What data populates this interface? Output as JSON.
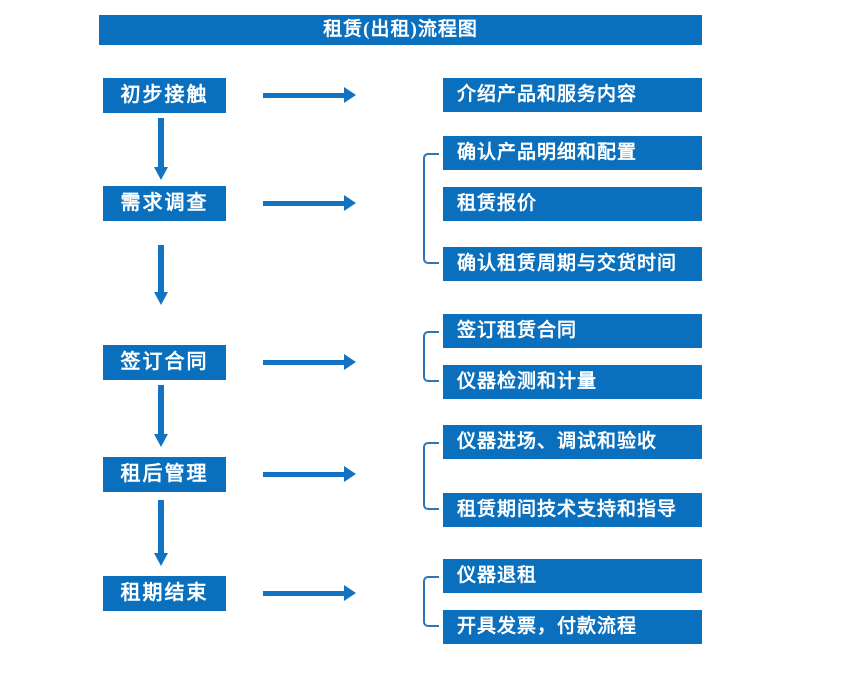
{
  "title": "租赁(出租)流程图",
  "colors": {
    "box": "#0a70be",
    "arrow": "#1173c2",
    "bracket": "#2e75b6",
    "text": "#ffffff"
  },
  "stages": [
    {
      "label": "初步接触",
      "outputs": [
        "介绍产品和服务内容"
      ]
    },
    {
      "label": "需求调查",
      "outputs": [
        "确认产品明细和配置",
        "租赁报价",
        "确认租赁周期与交货时间"
      ]
    },
    {
      "label": "签订合同",
      "outputs": [
        "签订租赁合同",
        "仪器检测和计量"
      ]
    },
    {
      "label": "租后管理",
      "outputs": [
        "仪器进场、调试和验收",
        "租赁期间技术支持和指导"
      ]
    },
    {
      "label": "租期结束",
      "outputs": [
        "仪器退租",
        "开具发票，付款流程"
      ]
    }
  ]
}
